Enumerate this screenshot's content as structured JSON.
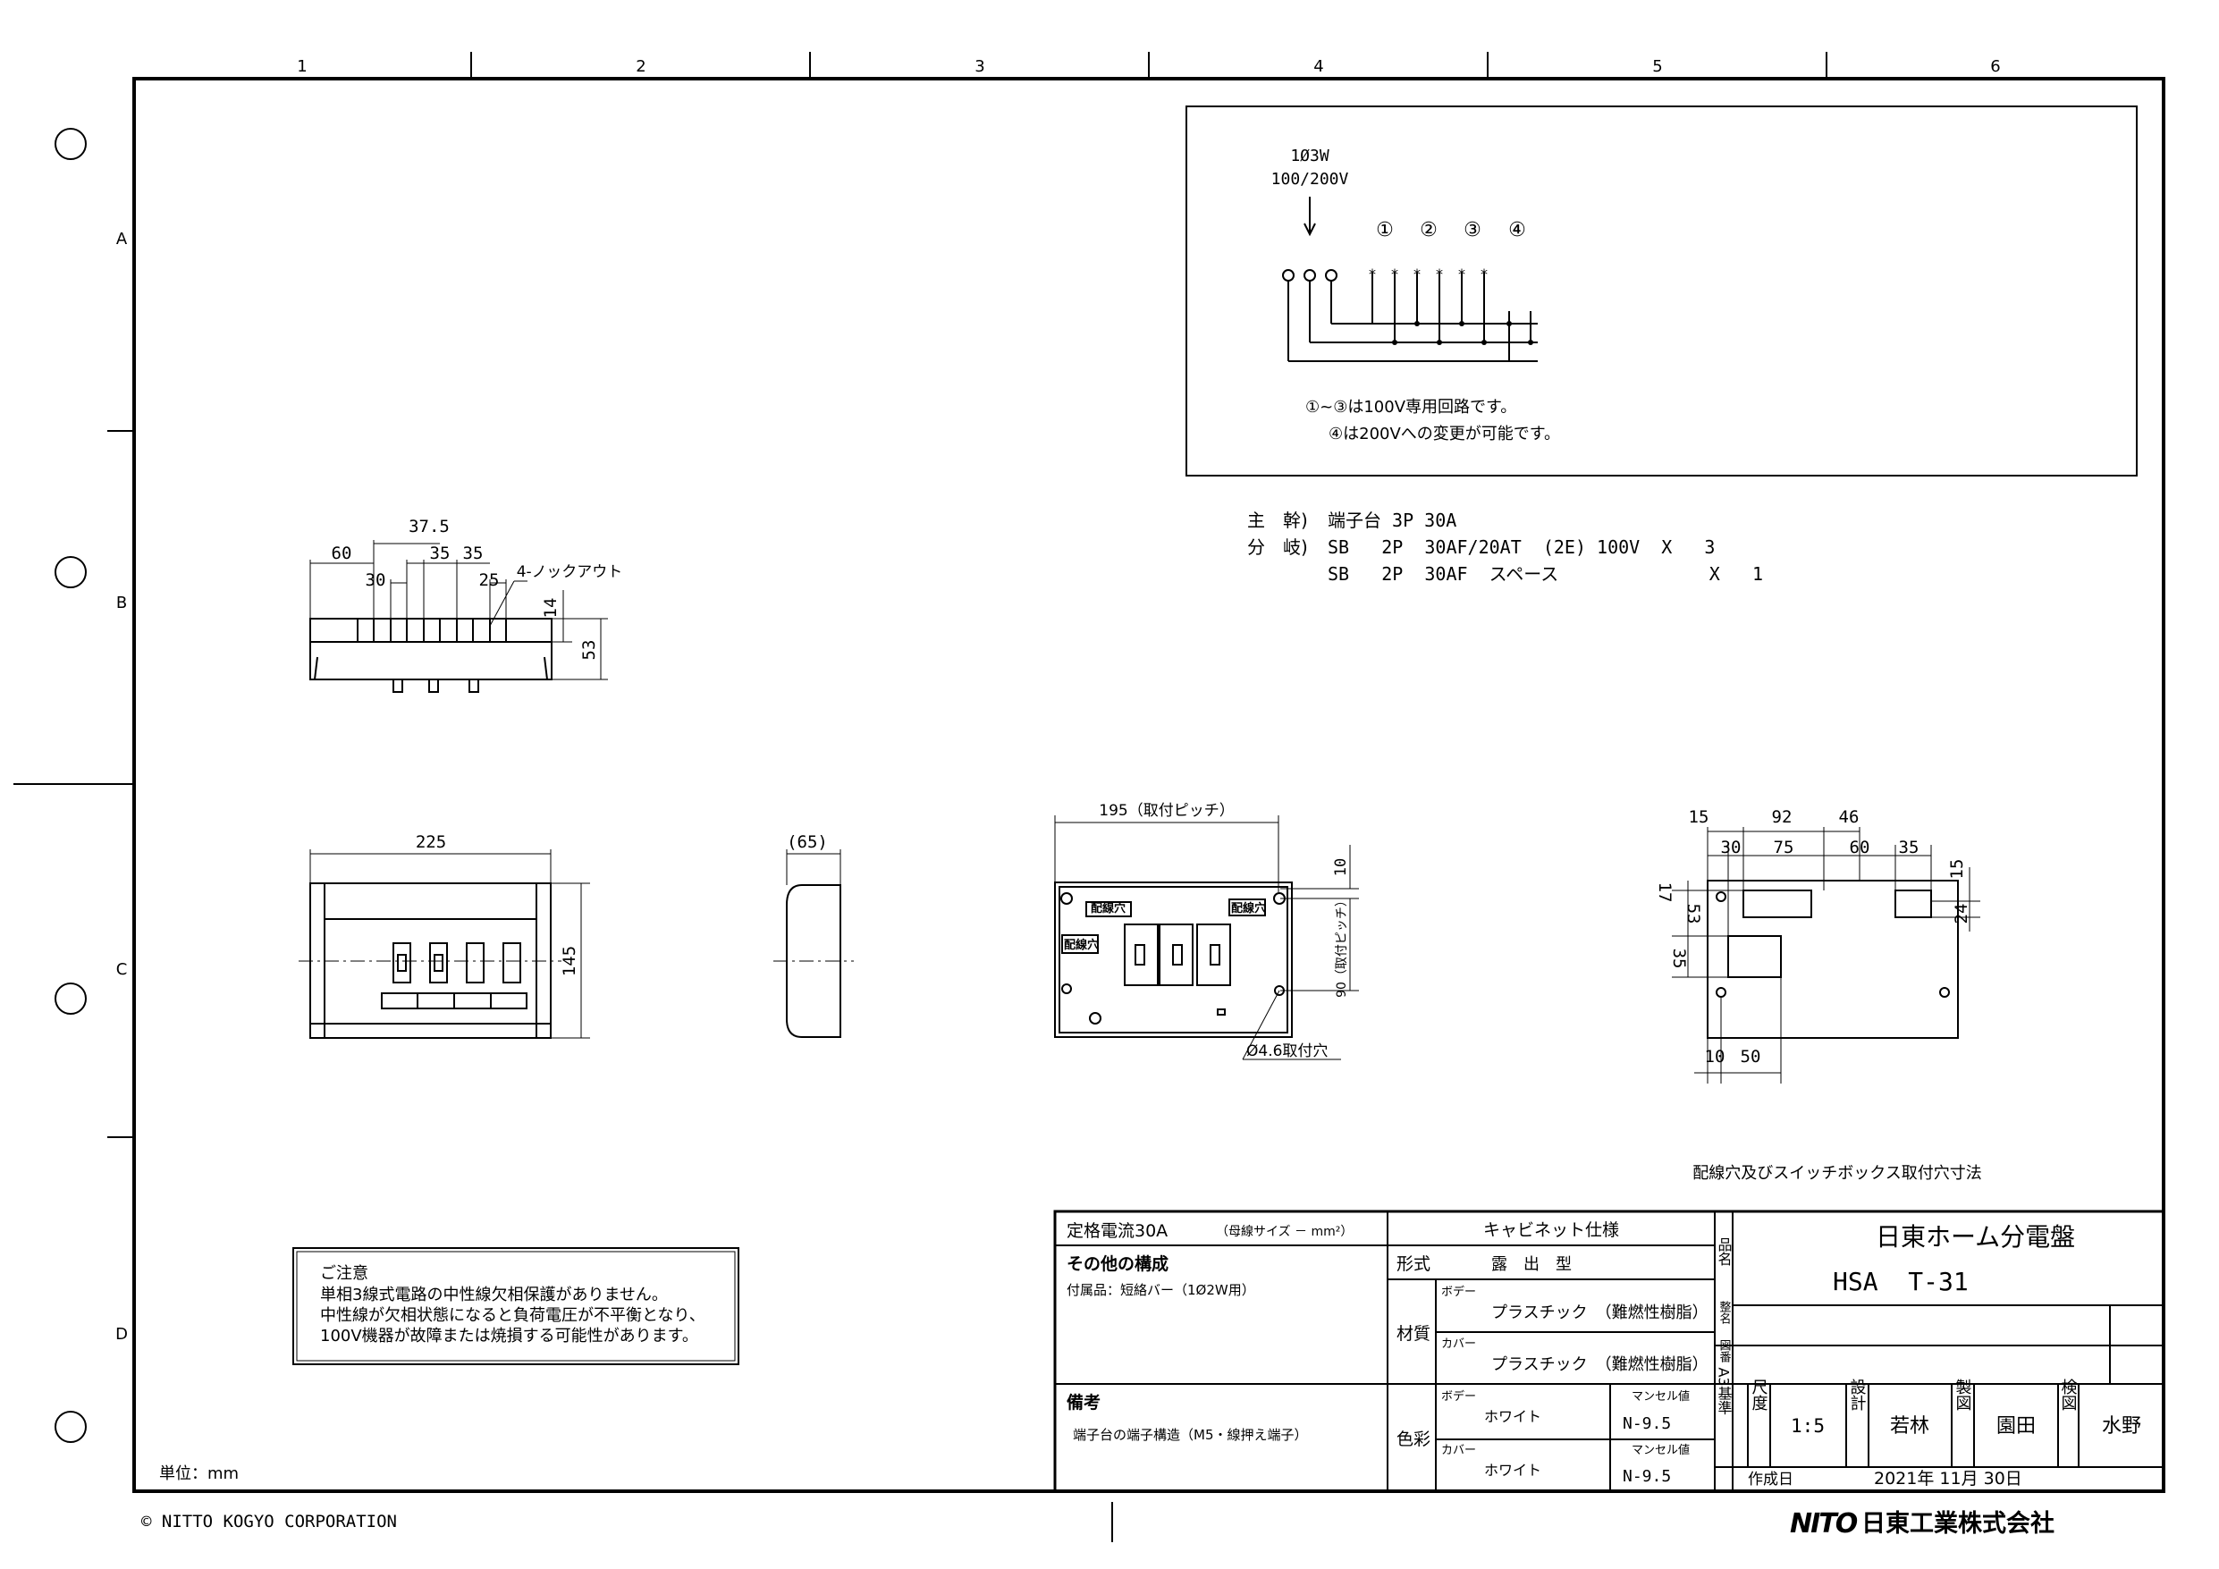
{
  "grid": {
    "columns": [
      "1",
      "2",
      "3",
      "4",
      "5",
      "6"
    ],
    "rows": [
      "A",
      "B",
      "C",
      "D"
    ]
  },
  "circuit": {
    "supply_line1": "1Ø3W",
    "supply_line2": "100/200V",
    "branch_numbers": [
      "①",
      "②",
      "③",
      "④"
    ],
    "note1": "①~③は100V専用回路です。",
    "note2": "④は200Vへの変更が可能です。"
  },
  "spec": {
    "main_label": "主　幹)",
    "main_value": "端子台  3P  30A",
    "branch_label": "分　岐)",
    "branch_row1": "SB   2P  30AF/20AT  (2E) 100V  X   3",
    "branch_row2": "SB   2P  30AF  スペース              X   1"
  },
  "views": {
    "top": {
      "d60": "60",
      "d375": "37.5",
      "d35a": "35",
      "d35b": "35",
      "d30": "30",
      "d25": "25",
      "knockout": "4-ノックアウト",
      "d14": "14",
      "d53": "53"
    },
    "front": {
      "d225": "225",
      "d145": "145"
    },
    "side": {
      "d65": "(65)"
    },
    "inner": {
      "pitch195": "195（取付ピッチ）",
      "d10": "10",
      "pitch90": "90（取付ピッチ）",
      "hole": "Ø4.6取付穴",
      "wire_label": "配線穴"
    },
    "rear": {
      "d15a": "15",
      "d92": "92",
      "d46": "46",
      "d30": "30",
      "d75": "75",
      "d60": "60",
      "d35a": "35",
      "d15b": "15",
      "d17": "17",
      "d53": "53",
      "d35b": "35",
      "d24": "24",
      "d10": "10",
      "d50": "50",
      "caption": "配線穴及びスイッチボックス取付穴寸法"
    }
  },
  "caution": {
    "title": "ご注意",
    "line1": "単相3線式電路の中性線欠相保護がありません。",
    "line2": "中性線が欠相状態になると負荷電圧が不平衡となり、",
    "line3": "100V機器が故障または焼損する可能性があります。"
  },
  "unit": "単位：mm",
  "copyright": "© NITTO KOGYO CORPORATION",
  "title_block": {
    "rated_current": "定格電流30A",
    "bus_size": "（母線サイズ － mm²）",
    "cabinet_spec": "キャビネット仕様",
    "other_config": "その他の構成",
    "accessory": "付属品：短絡バー（1Ø2W用）",
    "form_label": "形式",
    "form_value": "露　出　型",
    "material_label": "材質",
    "body_label": "ボデー",
    "body_material": "プラスチック　（難燃性樹脂）",
    "cover_label": "カバー",
    "cover_material": "プラスチック　（難燃性樹脂）",
    "remarks": "備考",
    "remarks_text": "端子台の端子構造（M5・線押え端子）",
    "color_label": "色彩",
    "body_color": "ホワイト",
    "cover_color": "ホワイト",
    "munsell_label": "マンセル値",
    "munsell_body": "N-9.5",
    "munsell_cover": "N-9.5",
    "product_name_label": "品名",
    "product_name": "日東ホーム分電盤",
    "model": "HSA  T-31",
    "drawing_name_label": "整名",
    "drawing_no_label": "図番",
    "a3_label": "A3基準",
    "scale_label": "尺度",
    "scale_value": "1:5",
    "design_label": "設計",
    "designer": "若林",
    "drafting_label": "製図",
    "drafter": "園田",
    "check_label": "検図",
    "checker": "水野",
    "created_label": "作成日",
    "created_date": "2021年 11月 30日"
  },
  "logo": {
    "mark": "NITO",
    "company": "日東工業株式会社"
  }
}
